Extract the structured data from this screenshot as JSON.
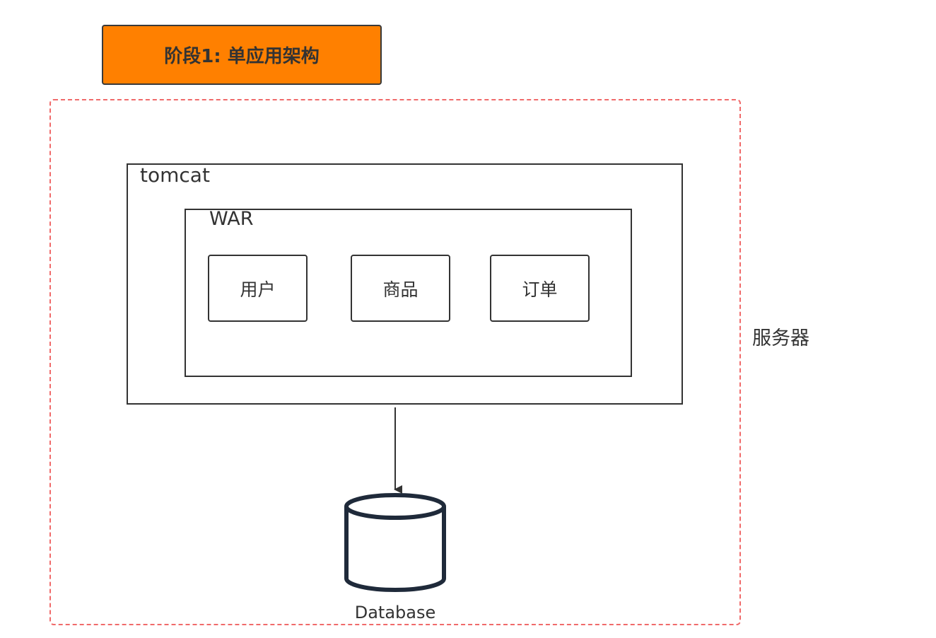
{
  "stage": {
    "title": "阶段1: 单应用架构"
  },
  "server": {
    "label": "服务器"
  },
  "tomcat": {
    "label": "tomcat"
  },
  "war": {
    "label": "WAR",
    "modules": [
      "用户",
      "商品",
      "订单"
    ]
  },
  "database": {
    "label": "Database"
  },
  "colors": {
    "stage_fill": "#ff8000",
    "server_border": "#f06a6a",
    "stroke": "#333333",
    "db_stroke": "#1f2a3a"
  }
}
